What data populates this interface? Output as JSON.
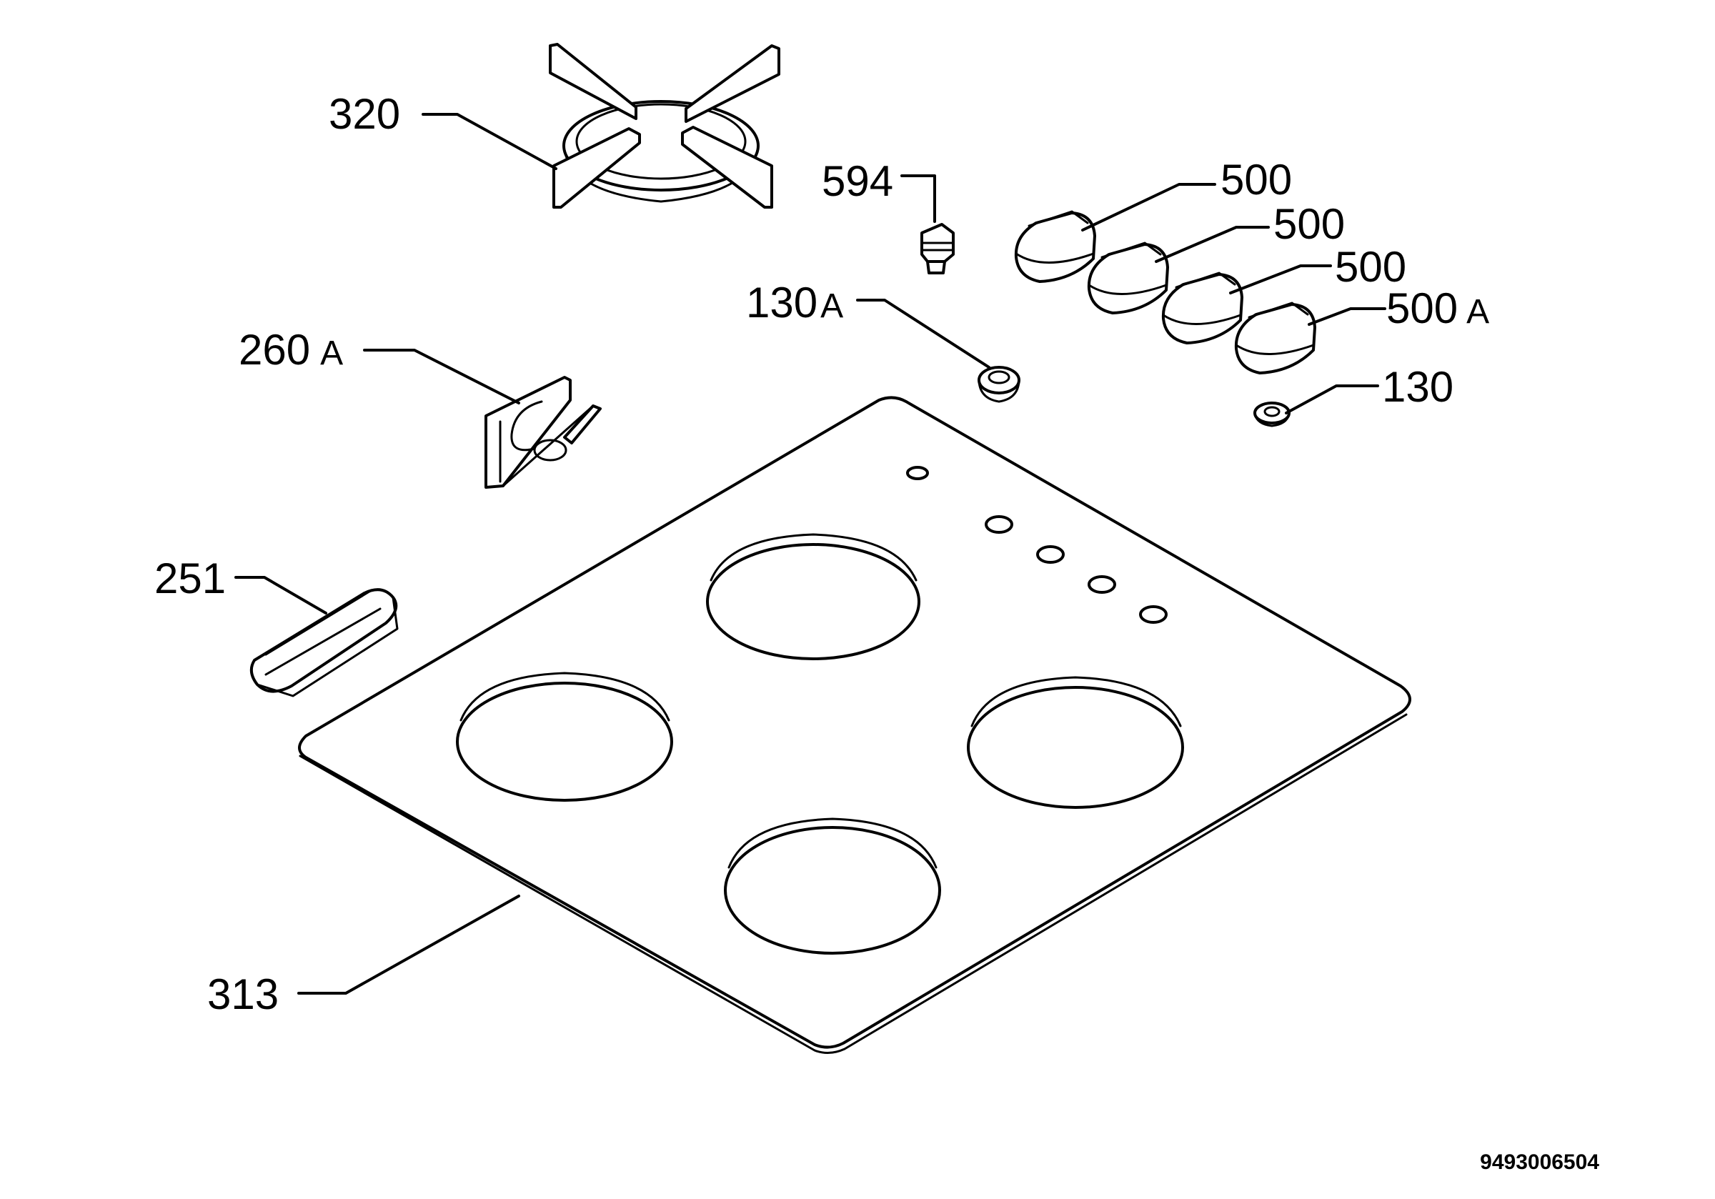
{
  "callouts": {
    "grate": {
      "number": "320",
      "suffix": ""
    },
    "injector": {
      "number": "594",
      "suffix": ""
    },
    "knob_1": {
      "number": "500",
      "suffix": ""
    },
    "knob_2": {
      "number": "500",
      "suffix": ""
    },
    "knob_3": {
      "number": "500",
      "suffix": ""
    },
    "knob_4": {
      "number": "500",
      "suffix": "A"
    },
    "grommet_a": {
      "number": "130",
      "suffix": "A"
    },
    "grommet": {
      "number": "130",
      "suffix": ""
    },
    "bracket": {
      "number": "260",
      "suffix": "A"
    },
    "clip": {
      "number": "251",
      "suffix": ""
    },
    "hob_top": {
      "number": "313",
      "suffix": ""
    }
  },
  "drawing_code": "9493006504"
}
